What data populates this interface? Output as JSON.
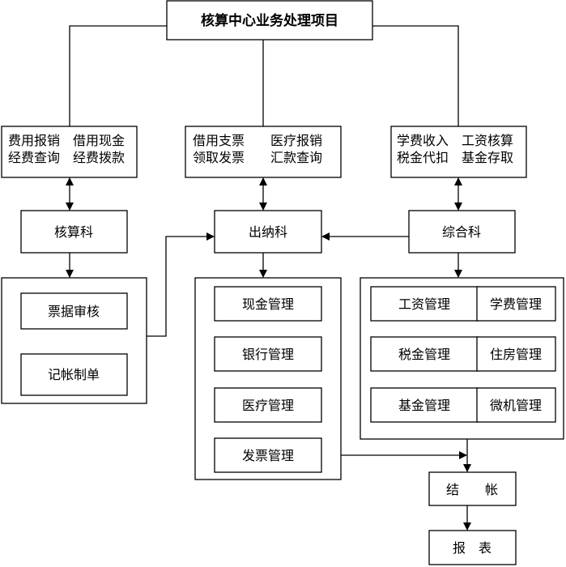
{
  "title": "核算中心业务处理项目",
  "top_boxes": {
    "left": [
      "费用报销",
      "借用现金",
      "经费查询",
      "经费拨款"
    ],
    "middle": [
      "借用支票",
      "医疗报销",
      "领取发票",
      "汇款查询"
    ],
    "right": [
      "学费收入",
      "工资核算",
      "税金代扣",
      "基金存取"
    ]
  },
  "departments": [
    "核算科",
    "出纳科",
    "综合科"
  ],
  "accounting_tasks": [
    "票据审核",
    "记帐制单"
  ],
  "cashier_tasks": [
    "现金管理",
    "银行管理",
    "医疗管理",
    "发票管理"
  ],
  "general_tasks": [
    "工资管理",
    "学费管理",
    "税金管理",
    "住房管理",
    "基金管理",
    "微机管理"
  ],
  "closing": "结　　帐",
  "report": "报　表"
}
